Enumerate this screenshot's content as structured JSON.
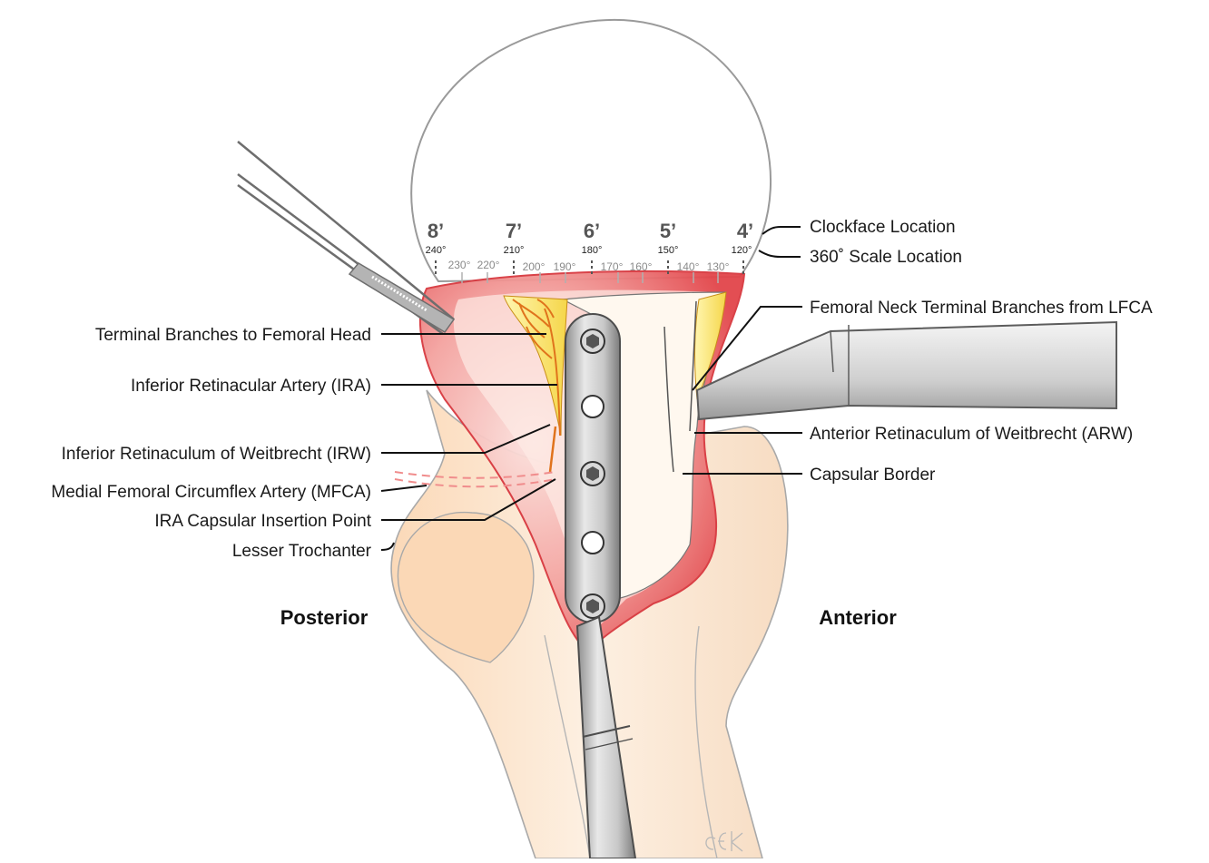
{
  "figure": {
    "clockface": [
      {
        "label": "8’",
        "degrees": "240°"
      },
      {
        "label": "7’",
        "degrees": "210°"
      },
      {
        "label": "6’",
        "degrees": "180°"
      },
      {
        "label": "5’",
        "degrees": "150°"
      },
      {
        "label": "4’",
        "degrees": "120°"
      }
    ],
    "minor_degrees": [
      "230°",
      "220°",
      "200°",
      "190°",
      "170°",
      "160°",
      "140°",
      "130°"
    ],
    "labels_left": [
      "Terminal Branches to Femoral Head",
      "Inferior Retinacular Artery (IRA)",
      "Inferior Retinaculum of Weitbrecht (IRW)",
      "Medial Femoral Circumflex Artery (MFCA)",
      "IRA Capsular Insertion Point",
      "Lesser Trochanter"
    ],
    "labels_right": [
      "Clockface Location",
      "360˚ Scale Location",
      "Femoral Neck Terminal Branches from LFCA",
      "Anterior Retinaculum of Weitbrecht (ARW)",
      "Capsular Border"
    ],
    "side_posterior": "Posterior",
    "side_anterior": "Anterior",
    "signature": "CEK"
  }
}
